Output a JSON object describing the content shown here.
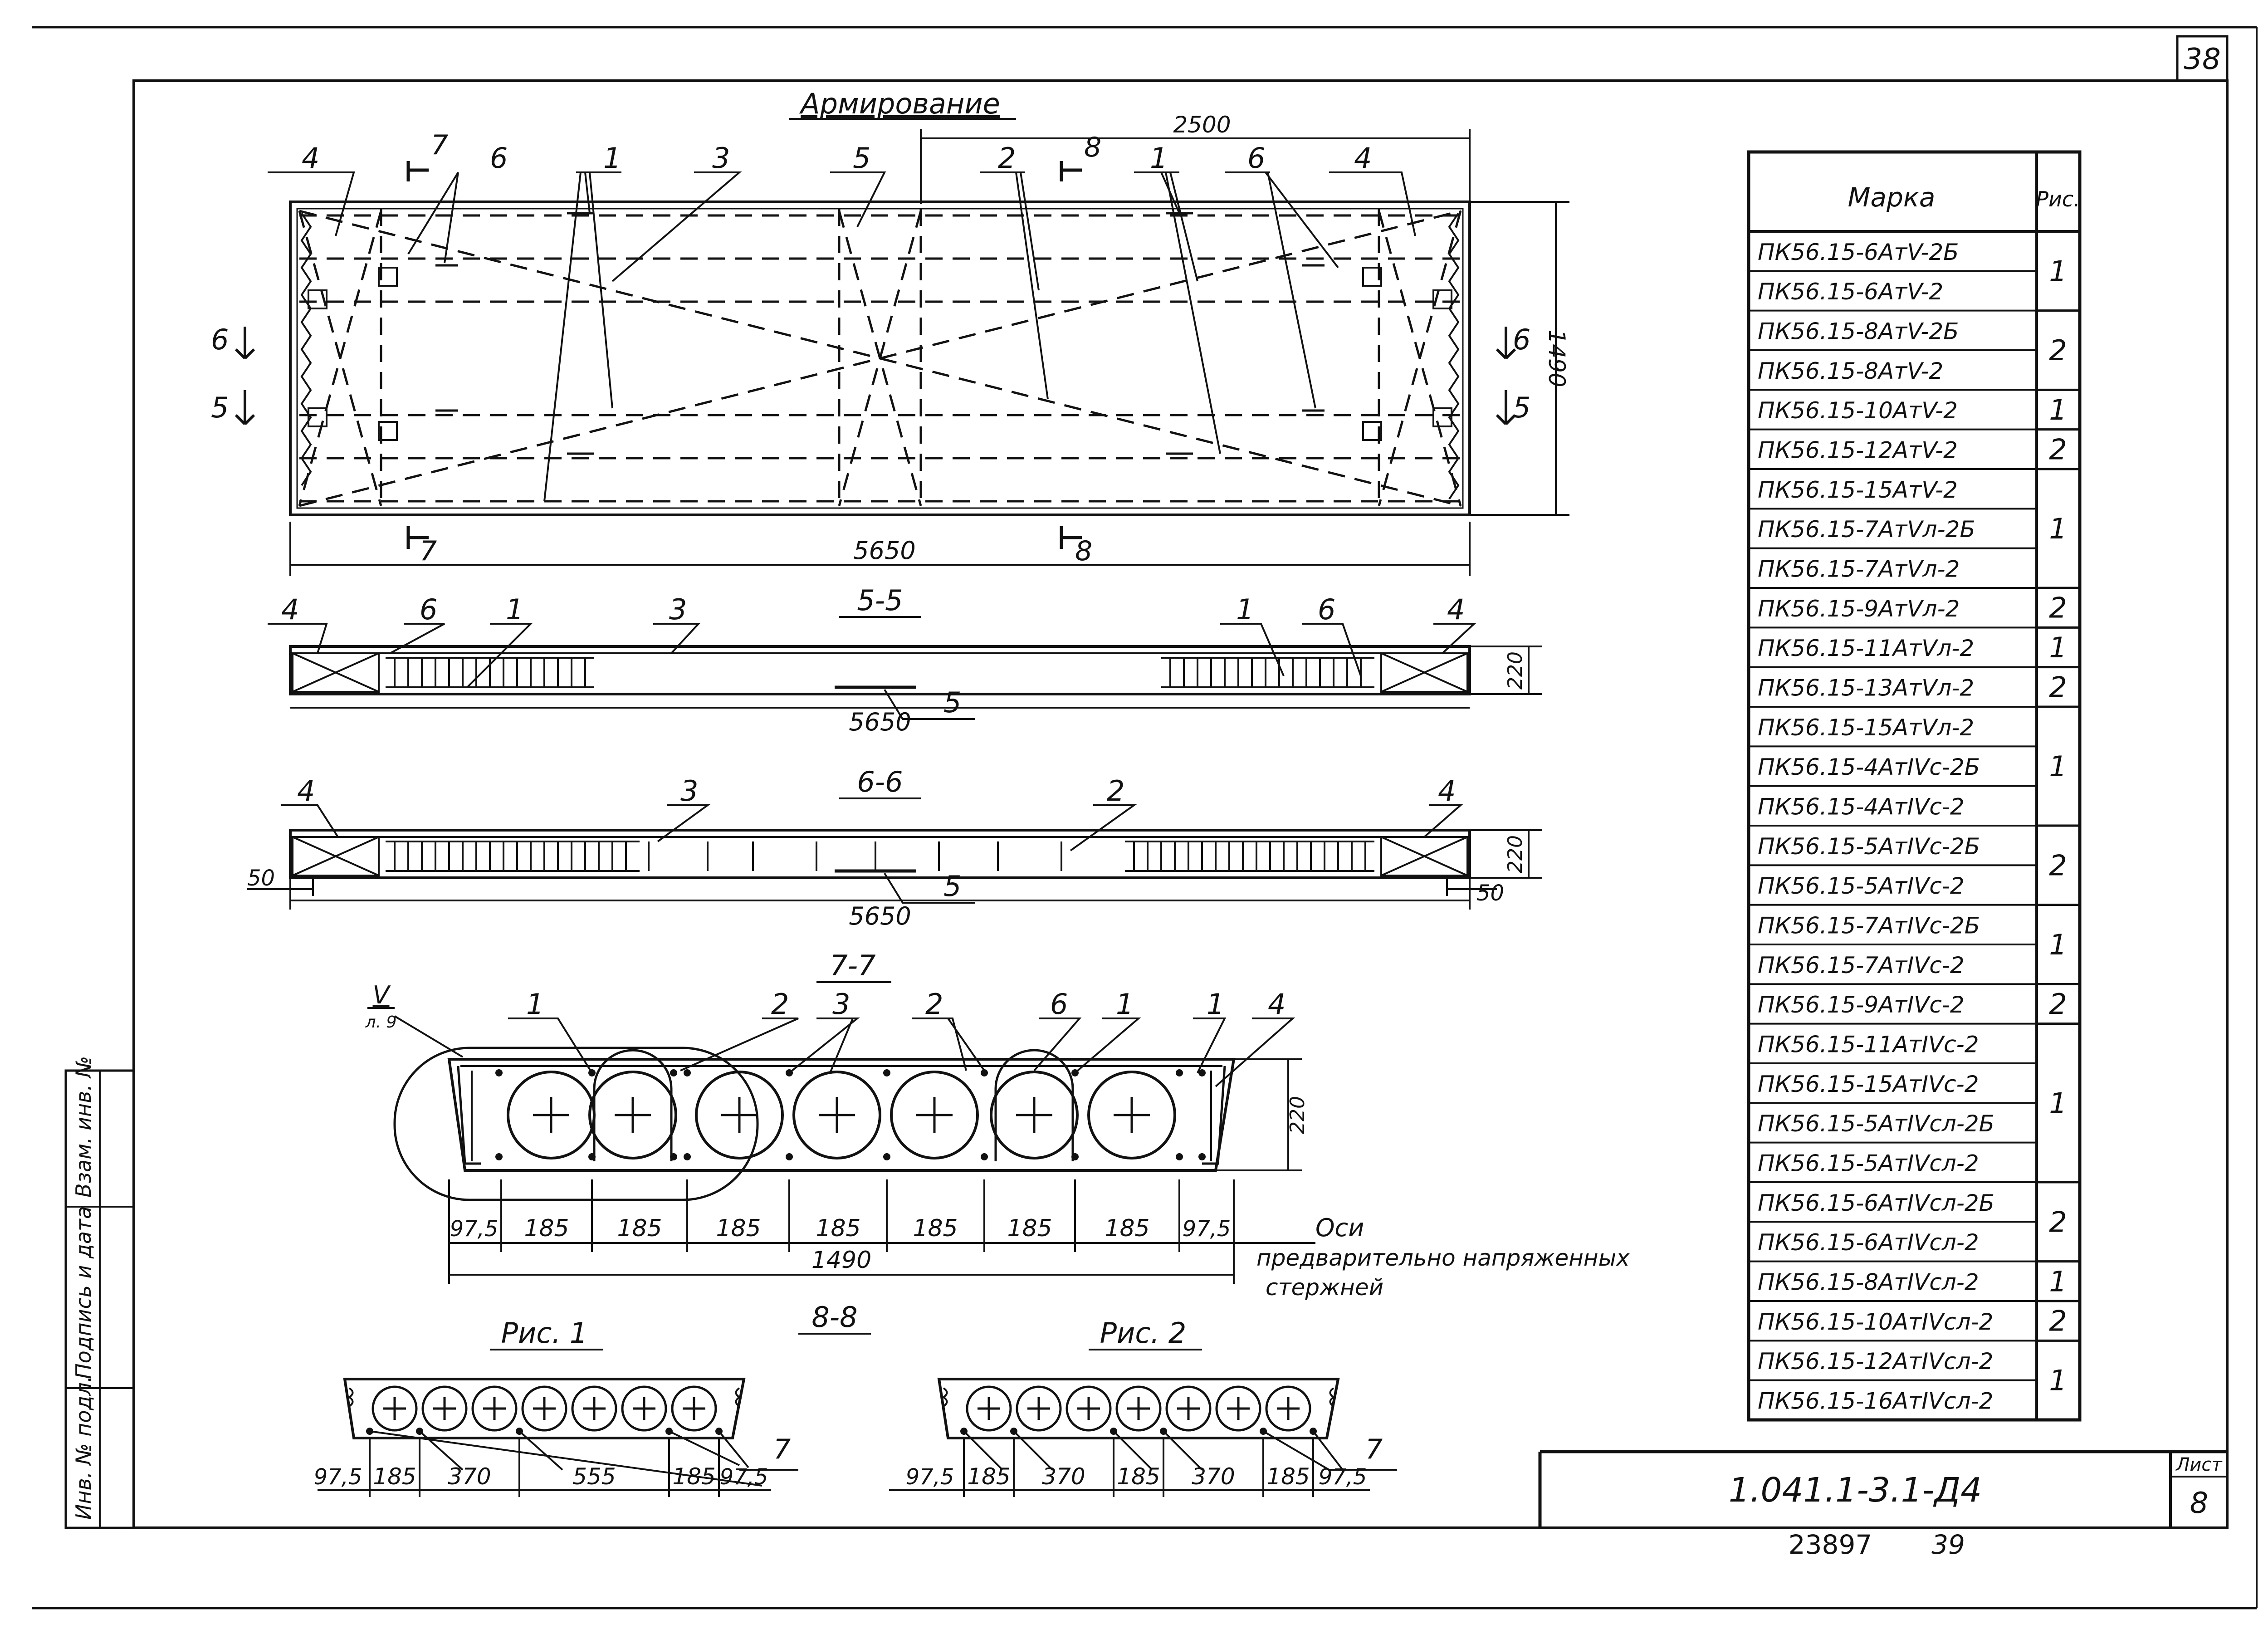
{
  "sheet": {
    "page_number": "38",
    "sheet_no_label": "Лист",
    "sheet_no": "8"
  },
  "title_block": {
    "code": "1.041.1-3.1-Д4",
    "footer_left": "23897",
    "footer_right": "39"
  },
  "side_stamp": [
    "Инв. № подл.",
    "Подпись и дата",
    "Взам. инв. №"
  ],
  "plan": {
    "title": "Армирование",
    "dim_length": "5650",
    "dim_half": "2500",
    "dim_width": "1490",
    "callouts": [
      "4",
      "6",
      "1",
      "3",
      "5",
      "2",
      "1",
      "6",
      "4"
    ],
    "cut_7": "7",
    "cut_8": "8",
    "cut_5": "5",
    "cut_6": "6"
  },
  "section55": {
    "title": "5-5",
    "dim_length": "5650",
    "dim_height": "220",
    "callouts": [
      "4",
      "6",
      "1",
      "3",
      "1",
      "6",
      "4"
    ],
    "mark_below": "5"
  },
  "section66": {
    "title": "6-6",
    "dim_length": "5650",
    "dim_height": "220",
    "dim_edge": "50",
    "callouts": [
      "4",
      "3",
      "2",
      "4"
    ],
    "mark_below": "5"
  },
  "section77": {
    "title": "7-7",
    "node_label": "V",
    "node_ref": "л. 9",
    "callouts": [
      "1",
      "2",
      "3",
      "2",
      "6",
      "1",
      "1",
      "4"
    ],
    "dim_height": "220",
    "dims": [
      "97,5",
      "185",
      "185",
      "185",
      "185",
      "185",
      "185",
      "185",
      "97,5"
    ],
    "dim_total": "1490",
    "note": [
      "Оси",
      "предварительно напряженных",
      "стержней"
    ]
  },
  "section88": {
    "title": "8-8"
  },
  "fig1": {
    "title": "Рис. 1",
    "dims": [
      "97,5",
      "185",
      "370",
      "555",
      "185",
      "97,5"
    ],
    "callout": "7"
  },
  "fig2": {
    "title": "Рис. 2",
    "dims": [
      "97,5",
      "185",
      "370",
      "185",
      "370",
      "185",
      "97,5"
    ],
    "callout": "7"
  },
  "table": {
    "header_mark": "Марка",
    "header_fig": "Рис.",
    "rows": [
      "ПК56.15-6АтV-2Б",
      "ПК56.15-6АтV-2",
      "ПК56.15-8АтV-2Б",
      "ПК56.15-8АтV-2",
      "ПК56.15-10АтV-2",
      "ПК56.15-12АтV-2",
      "ПК56.15-15АтV-2",
      "ПК56.15-7АтVл-2Б",
      "ПК56.15-7АтVл-2",
      "ПК56.15-9АтVл-2",
      "ПК56.15-11АтVл-2",
      "ПК56.15-13АтVл-2",
      "ПК56.15-15АтVл-2",
      "ПК56.15-4АтIVс-2Б",
      "ПК56.15-4АтIVс-2",
      "ПК56.15-5АтIVс-2Б",
      "ПК56.15-5АтIVс-2",
      "ПК56.15-7АтIVс-2Б",
      "ПК56.15-7АтIVс-2",
      "ПК56.15-9АтIVс-2",
      "ПК56.15-11АтIVс-2",
      "ПК56.15-15АтIVс-2",
      "ПК56.15-5АтIVсл-2Б",
      "ПК56.15-5АтIVсл-2",
      "ПК56.15-6АтIVсл-2Б",
      "ПК56.15-6АтIVсл-2",
      "ПК56.15-8АтIVсл-2",
      "ПК56.15-10АтIVсл-2",
      "ПК56.15-12АтIVсл-2",
      "ПК56.15-16АтIVсл-2"
    ],
    "groups": [
      {
        "fig": "1",
        "span": 2
      },
      {
        "fig": "2",
        "span": 2
      },
      {
        "fig": "1",
        "span": 1
      },
      {
        "fig": "2",
        "span": 1
      },
      {
        "fig": "1",
        "span": 3
      },
      {
        "fig": "2",
        "span": 1
      },
      {
        "fig": "1",
        "span": 1
      },
      {
        "fig": "2",
        "span": 1
      },
      {
        "fig": "1",
        "span": 3
      },
      {
        "fig": "2",
        "span": 2
      },
      {
        "fig": "1",
        "span": 2
      },
      {
        "fig": "2",
        "span": 1
      },
      {
        "fig": "1",
        "span": 4
      },
      {
        "fig": "2",
        "span": 2
      },
      {
        "fig": "1",
        "span": 1
      },
      {
        "fig": "2",
        "span": 1
      },
      {
        "fig": "1",
        "span": 2
      }
    ]
  }
}
